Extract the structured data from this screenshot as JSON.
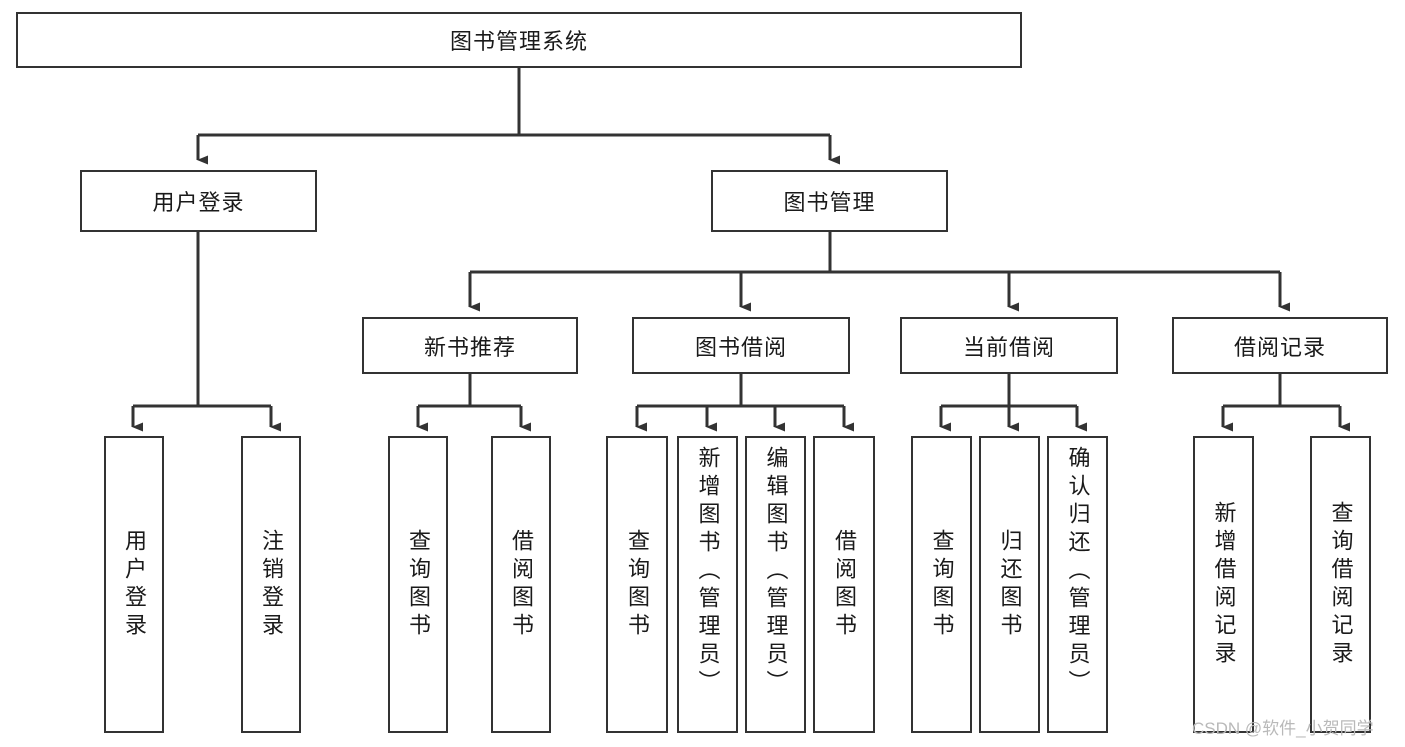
{
  "diagram": {
    "title": "图书管理系统",
    "watermark": "CSDN @软件_小贺同学",
    "line_color": "#333333",
    "box_fill": "#ffffff",
    "text_color": "#1a1a1a",
    "root": {
      "label": "图书管理系统"
    },
    "level1": [
      {
        "label": "用户登录"
      },
      {
        "label": "图书管理"
      }
    ],
    "level2": [
      {
        "label": "新书推荐"
      },
      {
        "label": "图书借阅"
      },
      {
        "label": "当前借阅"
      },
      {
        "label": "借阅记录"
      }
    ],
    "leaves": {
      "user_login": [
        {
          "label": "用户登录"
        },
        {
          "label": "注销登录"
        }
      ],
      "new_book": [
        {
          "label": "查询图书"
        },
        {
          "label": "借阅图书"
        }
      ],
      "book_borrow": [
        {
          "label": "查询图书"
        },
        {
          "label": "新增图书（管理员）"
        },
        {
          "label": "编辑图书（管理员）"
        },
        {
          "label": "借阅图书"
        }
      ],
      "current_borrow": [
        {
          "label": "查询图书"
        },
        {
          "label": "归还图书"
        },
        {
          "label": "确认归还（管理员）"
        }
      ],
      "borrow_record": [
        {
          "label": "新增借阅记录"
        },
        {
          "label": "查询借阅记录"
        }
      ]
    }
  }
}
